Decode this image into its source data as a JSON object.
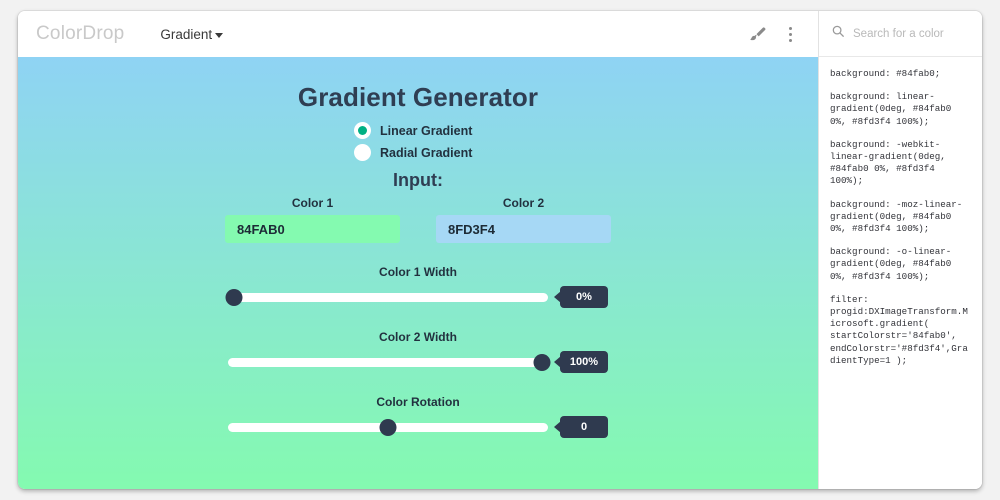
{
  "header": {
    "brand": "ColorDrop",
    "nav_item": "Gradient",
    "brush_icon": "paintbrush-icon",
    "menu_icon": "vertical-dots-icon"
  },
  "search": {
    "placeholder": "Search for a color",
    "value": "",
    "icon": "search-icon"
  },
  "main": {
    "title": "Gradient Generator",
    "input_heading": "Input:",
    "gradient_types": [
      {
        "label": "Linear Gradient",
        "selected": true
      },
      {
        "label": "Radial Gradient",
        "selected": false
      }
    ],
    "colors": [
      {
        "label": "Color 1",
        "value": "84FAB0",
        "swatch": "#84fab0"
      },
      {
        "label": "Color 2",
        "value": "8FD3F4",
        "swatch": "#8fd3f4"
      }
    ],
    "sliders": [
      {
        "label": "Color 1 Width",
        "value": "0%",
        "percent": 0
      },
      {
        "label": "Color 2 Width",
        "value": "100%",
        "percent": 100
      },
      {
        "label": "Color Rotation",
        "value": "0",
        "percent": 50
      }
    ],
    "stage_gradient": "linear-gradient(0deg, #84fab0 0%, #8fd3f4 100%)"
  },
  "code": {
    "lines": [
      "background: #84fab0;",
      "background: linear-gradient(0deg, #84fab0 0%, #8fd3f4 100%);",
      "background: -webkit-linear-gradient(0deg, #84fab0 0%, #8fd3f4 100%);",
      "background: -moz-linear-gradient(0deg, #84fab0 0%, #8fd3f4 100%);",
      "background: -o-linear-gradient(0deg, #84fab0 0%, #8fd3f4 100%);",
      "filter: progid:DXImageTransform.Microsoft.gradient( startColorstr='84fab0', endColorstr='#8fd3f4',GradientType=1 );"
    ]
  },
  "theme": {
    "accent_green": "#00b083",
    "badge_bg": "#2f3a4f",
    "title_color": "#2f3e53"
  }
}
